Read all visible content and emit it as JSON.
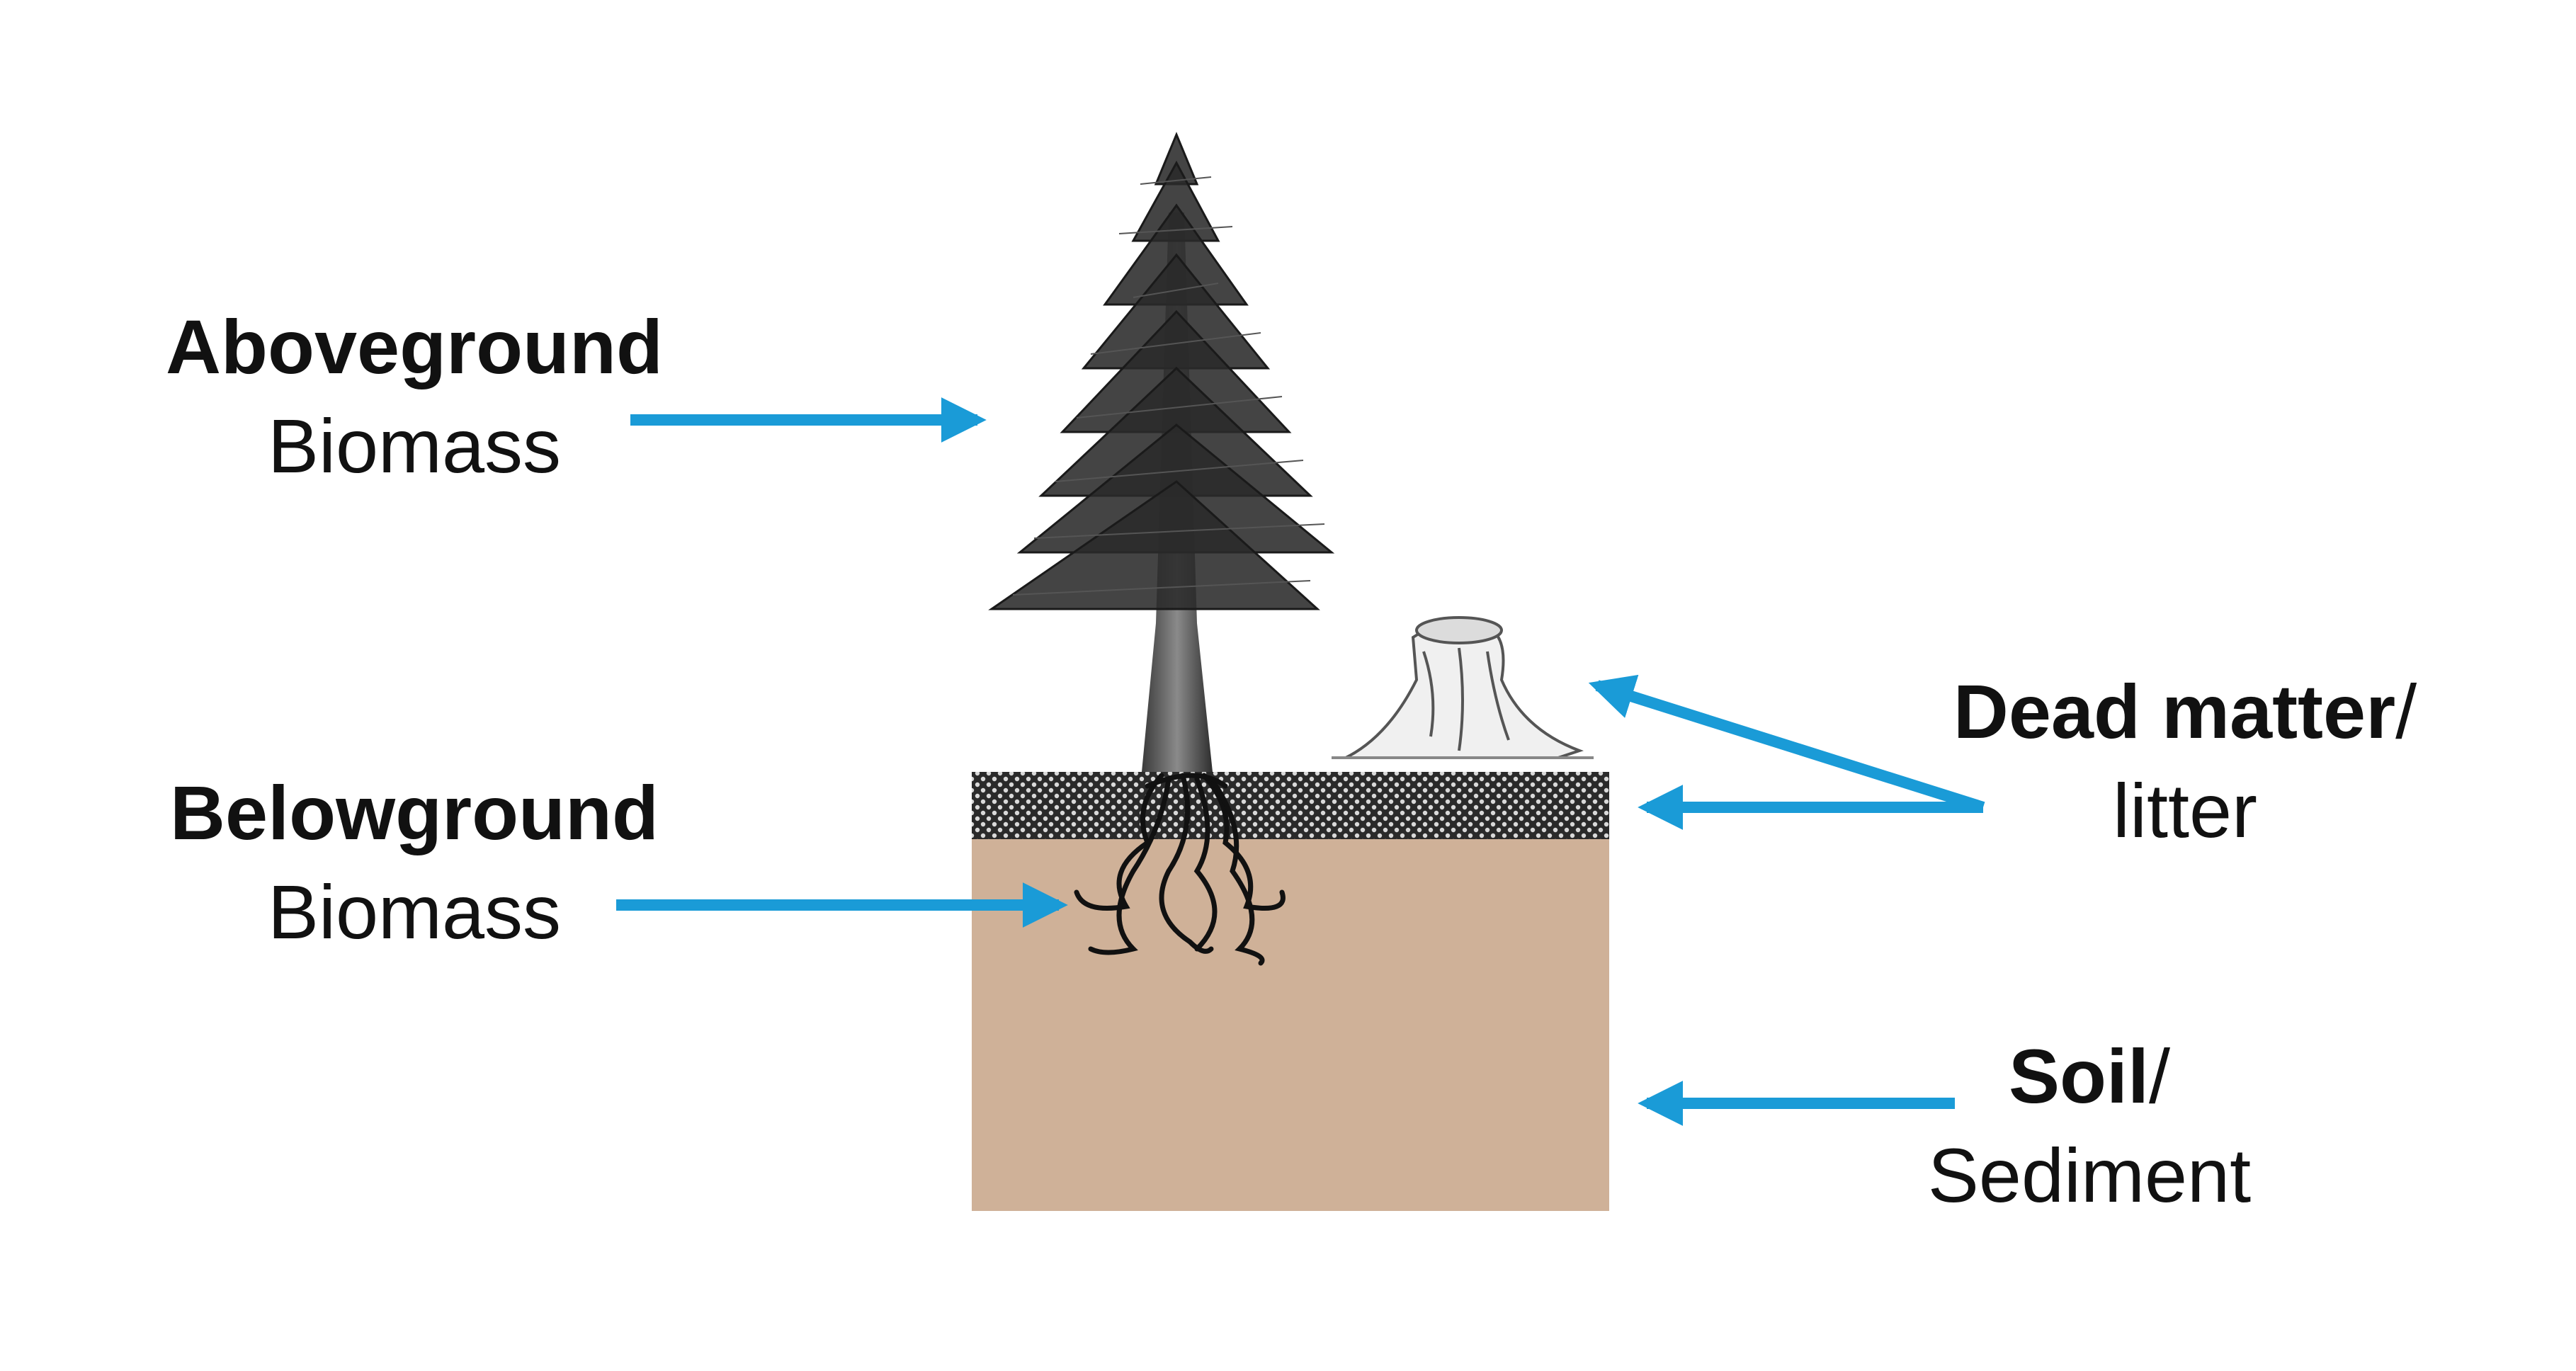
{
  "colors": {
    "arrow": "#1a9bd7",
    "soil": "#cfb198",
    "litter_dark": "#2a2a2a",
    "litter_light": "#d9d9d9",
    "tree": "#2a2a2a",
    "roots": "#111111"
  },
  "labels": {
    "aboveground": {
      "bold": "Aboveground",
      "plain": "Biomass"
    },
    "belowground": {
      "bold": "Belowground",
      "plain": "Biomass"
    },
    "dead": {
      "bold": "Dead matter",
      "slash": "/",
      "plain": "litter"
    },
    "soil": {
      "bold": "Soil",
      "slash": "/",
      "plain": "Sediment"
    }
  }
}
